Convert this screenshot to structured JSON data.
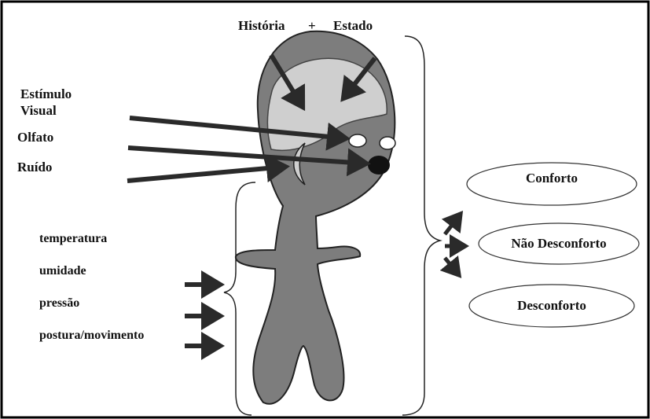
{
  "header": {
    "historia": "História",
    "plus": "+",
    "estado": "Estado"
  },
  "stimuli": {
    "estimulo_line1": "Estímulo",
    "estimulo_line2": "Visual",
    "olfato": "Olfato",
    "ruido": "Ruído"
  },
  "body_factors": {
    "temperatura": "temperatura",
    "umidade": "umidade",
    "pressao": "pressão",
    "postura": "postura/movimento"
  },
  "outcomes": {
    "conforto": "Conforto",
    "nao_desconforto": "Não Desconforto",
    "desconforto": "Desconforto"
  },
  "colors": {
    "ink": "#111111",
    "figure_fill": "#7d7d7d",
    "head_light": "#cfcfcf",
    "arrow": "#2a2a2a",
    "frame": "#000000"
  }
}
